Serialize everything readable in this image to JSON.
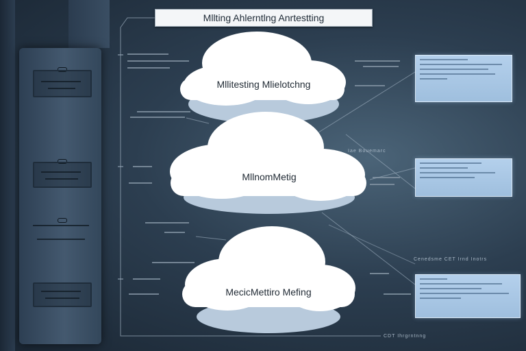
{
  "title": "Mllting Ahlerntlng Anrtestting",
  "clouds": [
    {
      "label": "Mllitesting Mlielotchng"
    },
    {
      "label": "MllnomMetig"
    },
    {
      "label": "MecicMettiro Mefing"
    }
  ],
  "notes": {
    "bottom": "CDT Ihrgrntnng",
    "right_mid": "Iae Bouemarc",
    "right_low": "Cenedsme CET Irnd Inotrs"
  },
  "colors": {
    "background": "#2c3e50",
    "cloud_fill": "#ffffff",
    "cloud_shadow": "#b8cadc",
    "info_box": "#a8c6e4"
  }
}
